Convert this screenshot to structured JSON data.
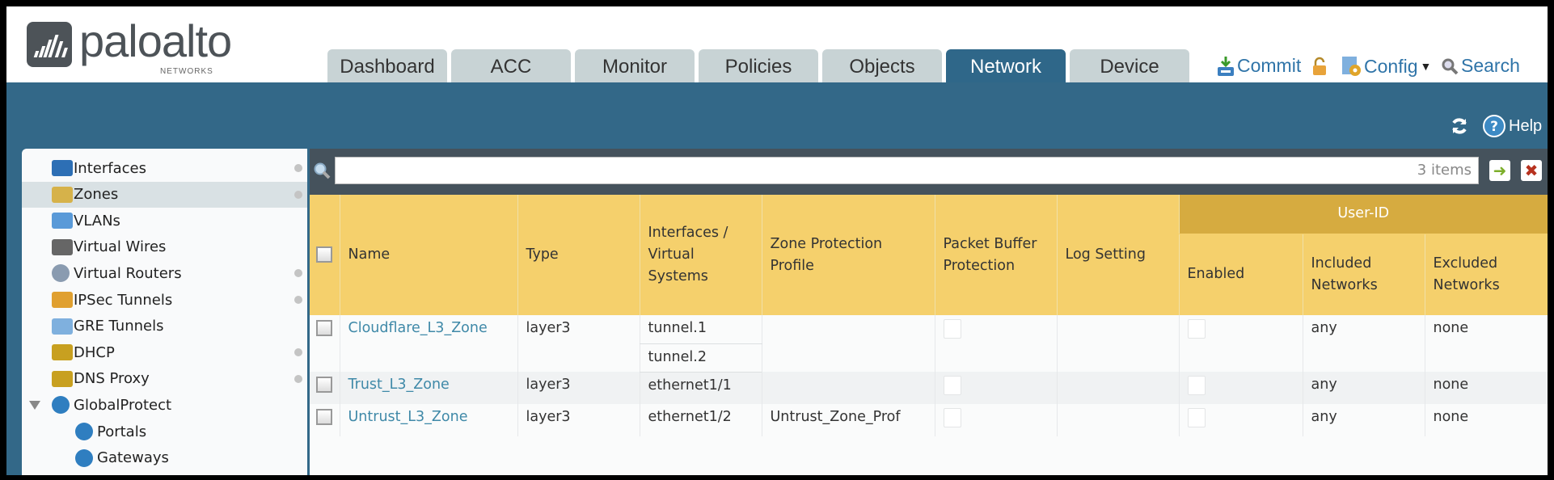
{
  "logo": {
    "word": "paloalto",
    "sub": "NETWORKS"
  },
  "tabs": [
    {
      "label": "Dashboard"
    },
    {
      "label": "ACC"
    },
    {
      "label": "Monitor"
    },
    {
      "label": "Policies"
    },
    {
      "label": "Objects"
    },
    {
      "label": "Network",
      "active": true
    },
    {
      "label": "Device"
    }
  ],
  "toolbar": {
    "commit": "Commit",
    "config": "Config",
    "search": "Search",
    "help": "Help"
  },
  "sidebar": {
    "items": [
      {
        "label": "Interfaces",
        "icon": "interfaces-icon",
        "dot": true
      },
      {
        "label": "Zones",
        "icon": "zones-icon",
        "dot": true,
        "selected": true
      },
      {
        "label": "VLANs",
        "icon": "vlans-icon"
      },
      {
        "label": "Virtual Wires",
        "icon": "virtual-wires-icon"
      },
      {
        "label": "Virtual Routers",
        "icon": "virtual-routers-icon",
        "dot": true
      },
      {
        "label": "IPSec Tunnels",
        "icon": "ipsec-tunnels-icon",
        "dot": true
      },
      {
        "label": "GRE Tunnels",
        "icon": "gre-tunnels-icon"
      },
      {
        "label": "DHCP",
        "icon": "dhcp-icon",
        "dot": true
      },
      {
        "label": "DNS Proxy",
        "icon": "dns-proxy-icon",
        "dot": true
      },
      {
        "label": "GlobalProtect",
        "icon": "globalprotect-icon",
        "expanded": true
      },
      {
        "label": "Portals",
        "icon": "portals-icon",
        "sub": true
      },
      {
        "label": "Gateways",
        "icon": "gateways-icon",
        "sub": true
      }
    ]
  },
  "filter": {
    "value": "",
    "count": "3 items"
  },
  "table": {
    "group_header": "User-ID",
    "headers": {
      "name": "Name",
      "type": "Type",
      "interfaces": "Interfaces / Virtual Systems",
      "zpp": "Zone Protection Profile",
      "pbp": "Packet Buffer Protection",
      "log": "Log Setting",
      "enabled": "Enabled",
      "included": "Included Networks",
      "excluded": "Excluded Networks"
    },
    "rows": [
      {
        "name": "Cloudflare_L3_Zone",
        "type": "layer3",
        "interfaces": [
          "tunnel.1",
          "tunnel.2"
        ],
        "zpp": "",
        "pbp": false,
        "log": "",
        "enabled": false,
        "included": "any",
        "excluded": "none"
      },
      {
        "name": "Trust_L3_Zone",
        "type": "layer3",
        "interfaces": [
          "ethernet1/1"
        ],
        "zpp": "",
        "pbp": false,
        "log": "",
        "enabled": false,
        "included": "any",
        "excluded": "none"
      },
      {
        "name": "Untrust_L3_Zone",
        "type": "layer3",
        "interfaces": [
          "ethernet1/2"
        ],
        "zpp": "Untrust_Zone_Prof",
        "pbp": false,
        "log": "",
        "enabled": false,
        "included": "any",
        "excluded": "none"
      }
    ]
  },
  "colors": {
    "brand_blue": "#336888",
    "header_yellow": "#f5d06c",
    "userid_gold": "#d6ab40",
    "link": "#3f89a8"
  }
}
